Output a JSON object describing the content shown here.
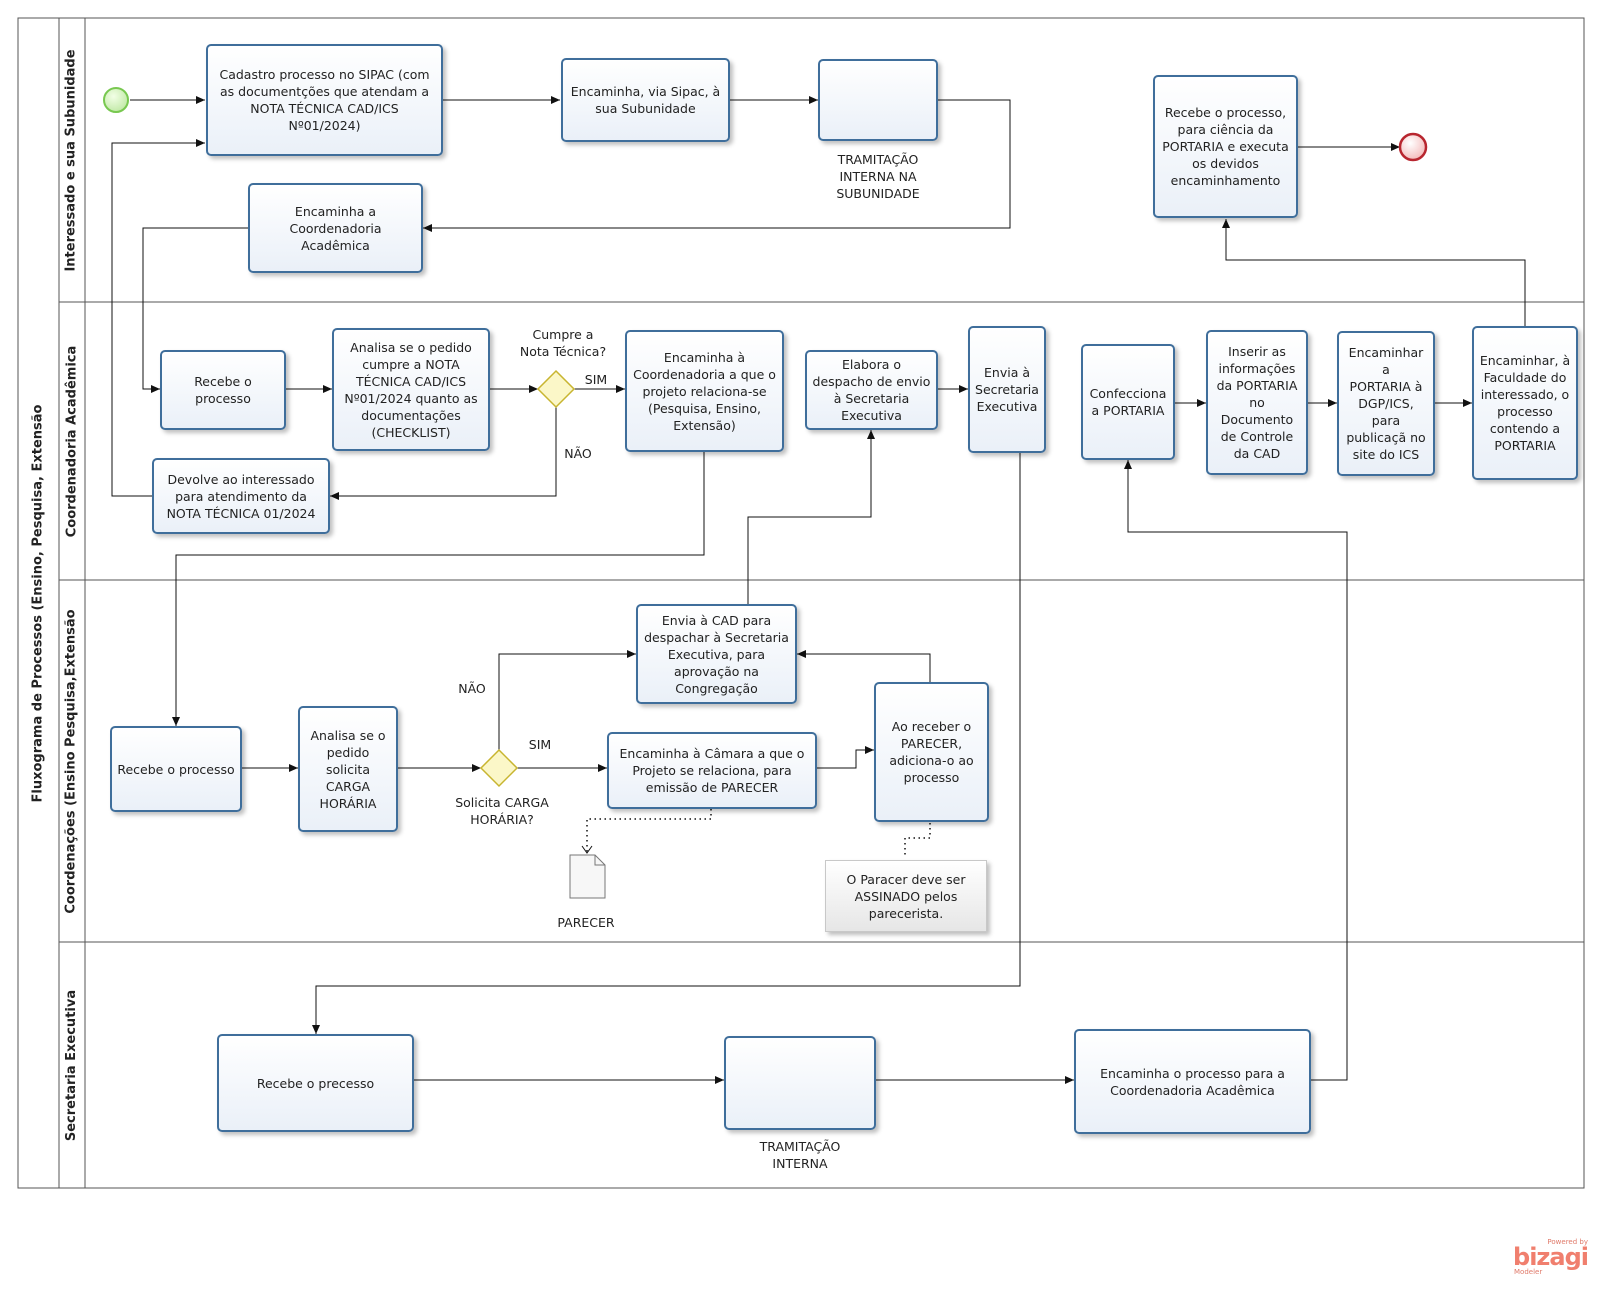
{
  "pool": {
    "title": "Fluxograma de Processos (Ensino, Pesquisa, Extensão"
  },
  "lanes": [
    {
      "id": "interessado",
      "label": "Interessado e sua Subunidade"
    },
    {
      "id": "coord_academica",
      "label": "Coordenadoria Acadêmica"
    },
    {
      "id": "coordenacoes",
      "label": "Coordenações (Ensino Pesquisa,Extensão"
    },
    {
      "id": "secretaria",
      "label": "Secretaria Executiva"
    }
  ],
  "tasks": {
    "cadastro": "Cadastro processo no SIPAC (com\nas documentções que atendam a\nNOTA TÉCNICA CAD/ICS\nNº01/2024)",
    "encaminha_sipac": "Encaminha, via Sipac, à\nsua Subunidade",
    "tramitacao_subunidade": "",
    "encaminha_coord": "Encaminha a\nCoordenadoria\nAcadêmica",
    "recebe_ciencia": "Recebe o processo,\npara  ciência da\nPORTARIA e executa\nos devidos\nencaminhamento",
    "recebe_ca": "Recebe o\nprocesso",
    "analisa_nota": "Analisa se o pedido\ncumpre a NOTA\nTÉCNICA CAD/ICS\nNº01/2024 quanto as\ndocumentações\n(CHECKLIST)",
    "encaminha_coordenadoria": "Encaminha à\nCoordenadoria a que o\nprojeto relaciona-se\n(Pesquisa, Ensino,\nExtensão)",
    "elabora_despacho": "Elabora o\ndespacho de envio\nà Secretaria\nExecutiva",
    "envia_secretaria": "Envia à\nSecretaria\nExecutiva",
    "confecciona": "Confecciona\na PORTARIA",
    "inserir_info": "Inserir as\ninformações\nda PORTARIA\nno\nDocumento\nde Controle\nda CAD",
    "encaminhar_dgp": "Encaminhar a\nPORTARIA à\nDGP/ICS,\npara\npublicaçã no\nsite do ICS",
    "encaminhar_faculdade": "Encaminhar, à\nFaculdade do\ninteressado, o\nprocesso\ncontendo a\nPORTARIA",
    "devolve": "Devolve ao interessado\npara atendimento da\nNOTA TÉCNICA 01/2024",
    "envia_cad": "Envia à CAD para\ndespachar à Secretaria\nExecutiva, para\naprovação na\nCongregação",
    "recebe_coord": "Recebe o processo",
    "analisa_carga": "Analisa se o\npedido\nsolicita\nCARGA\nHORÁRIA",
    "encaminha_camara": "Encaminha à Câmara a que o\nProjeto se  relaciona, para\nemissão de PARECER",
    "ao_receber": "Ao receber o\nPARECER,\nadiciona-o ao\nprocesso",
    "recebe_se": "Recebe o precesso",
    "tramitacao_interna": "",
    "encaminha_final": "Encaminha o processo para a\nCoordenadoria Acadêmica"
  },
  "labels": {
    "tramitacao_subunidade": "TRAMITAÇÃO\nINTERNA NA\nSUBUNIDADE",
    "tramitacao_interna": "TRAMITAÇÃO\nINTERNA",
    "gw1_question": "Cumpre a\nNota Técnica?",
    "gw1_sim": "SIM",
    "gw1_nao": "NÃO",
    "gw2_question": "Solicita CARGA\nHORÁRIA?",
    "gw2_sim": "SIM",
    "gw2_nao": "NÃO",
    "parecer_doc": "PARECER"
  },
  "note": "O Paracer deve ser\nASSINADO pelos\nparecerista.",
  "logo": {
    "powered": "Powered by",
    "name": "bizagi",
    "product": "Modeler"
  },
  "colors": {
    "task_border": "#3f6e9b",
    "start_event": "#78c850",
    "end_event": "#b8262f",
    "gateway": "#e3e06a",
    "brand": "#f07f6e"
  }
}
